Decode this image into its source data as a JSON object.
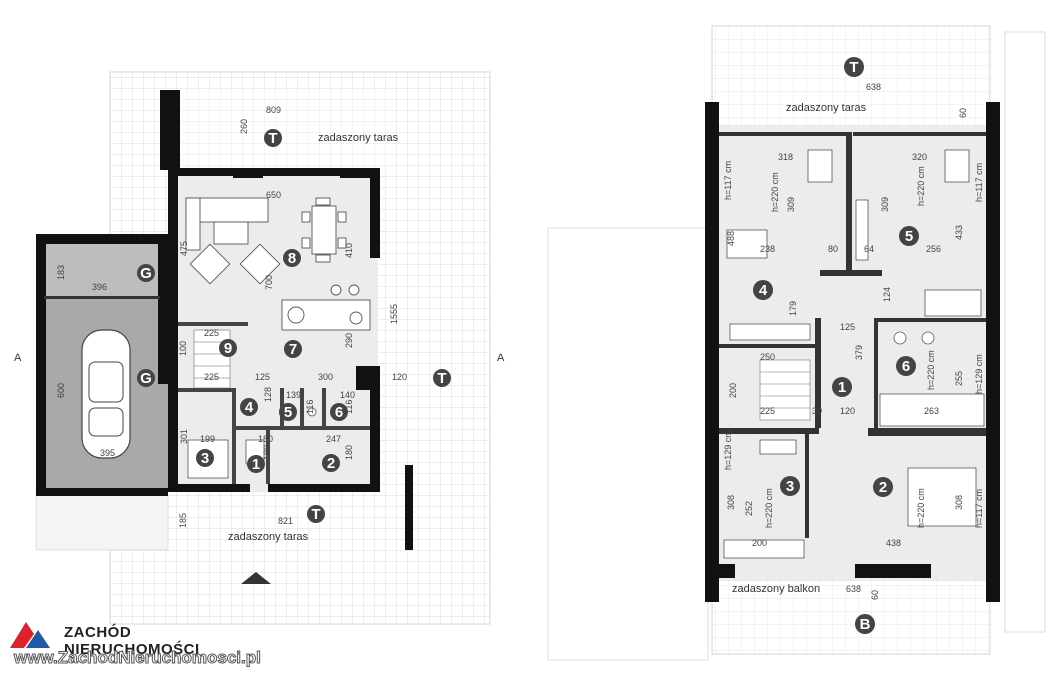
{
  "labels": {
    "section_left": "A",
    "section_right": "A",
    "terrace_roofed": "zadaszony taras",
    "balcony_roofed": "zadaszony balkon",
    "t_marker": "T",
    "b_marker": "B",
    "g_marker": "G"
  },
  "ground_floor": {
    "rooms": [
      "1",
      "2",
      "3",
      "4",
      "5",
      "6",
      "7",
      "8",
      "9"
    ],
    "dims": {
      "d809": "809",
      "d260": "260",
      "d650": "650",
      "d475": "475",
      "d410": "410",
      "d700": "700",
      "d1555": "1555",
      "d290": "290",
      "d225a": "225",
      "d100": "100",
      "d225b": "225",
      "d125": "125",
      "d300": "300",
      "d120": "120",
      "d199": "199",
      "d301": "301",
      "d128": "128",
      "d139": "139",
      "d116a": "116",
      "d116b": "116",
      "d140": "140",
      "d180a": "180",
      "d180b": "180",
      "d247": "247",
      "d180c": "180",
      "d821": "821",
      "d185": "185",
      "d183": "183",
      "d396": "396",
      "d600": "600",
      "d395": "395"
    }
  },
  "first_floor": {
    "rooms": [
      "1",
      "2",
      "3",
      "4",
      "5",
      "6"
    ],
    "dims": {
      "d638a": "638",
      "d60a": "60",
      "d318": "318",
      "d320": "320",
      "h117a": "h=117 cm",
      "h220a": "h=220 cm",
      "d309a": "309",
      "d309b": "309",
      "h220b": "h=220 cm",
      "h117b": "h=117 cm",
      "d488": "488",
      "d238": "238",
      "d80": "80",
      "d64": "64",
      "d256": "256",
      "d433": "433",
      "d179": "179",
      "d124": "124",
      "d125": "125",
      "d379": "379",
      "d250": "250",
      "h220c": "h=220 cm",
      "d255": "255",
      "h129a": "h=129 cm",
      "d200a": "200",
      "d225": "225",
      "d30": "30",
      "d120": "120",
      "d263": "263",
      "h129b": "h=129 cm",
      "d308a": "308",
      "d252": "252",
      "h220d": "h=220 cm",
      "h220e": "h=220 cm",
      "d308b": "308",
      "h117c": "h=117 cm",
      "d200b": "200",
      "d438": "438",
      "d638b": "638",
      "d60b": "60"
    }
  },
  "brand": {
    "name": "ZACHÓD NIERUCHOMOŚCI",
    "url": "www.ZachodNieruchomosci.pl",
    "colors": {
      "red": "#d9232d",
      "blue": "#1f5aa6"
    }
  }
}
